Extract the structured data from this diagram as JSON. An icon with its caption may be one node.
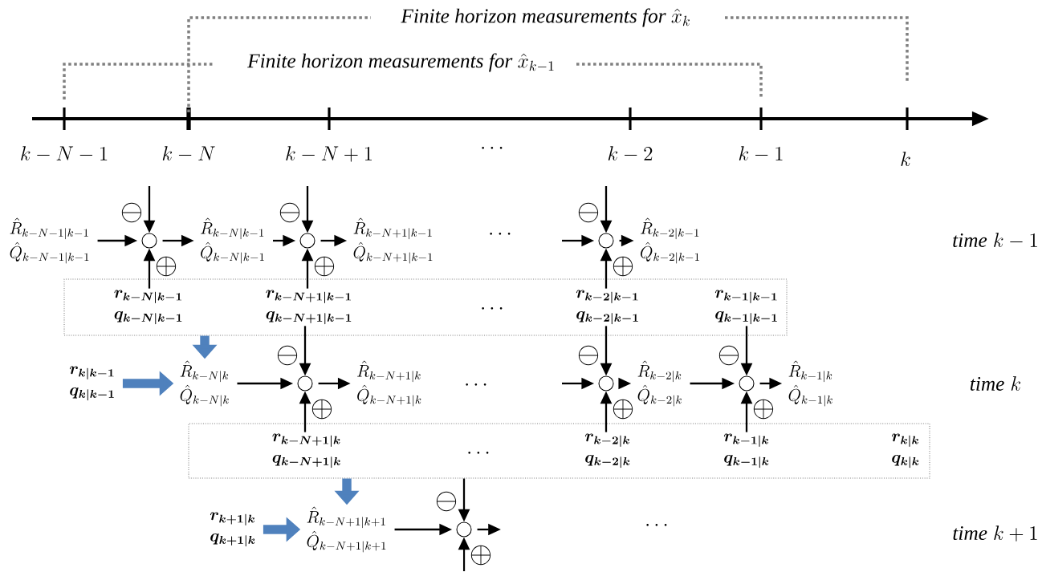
{
  "diagram": {
    "nodes": [
      {
        "text": [
          "\\hat{R}_{k-N-1|k-1}",
          "\\hat{Q}_{k-N-1|k-1}"
        ]
      },
      {
        "text": [],
        "shape": "circle",
        "beside": [
          "\\ominus",
          "\\oplus"
        ]
      },
      {
        "text": [
          "\\hat{R}_{k-N|k-1}",
          "\\hat{Q}_{k-N|k-1}"
        ]
      },
      {
        "text": [],
        "shape": "circle",
        "beside": [
          "\\ominus",
          "\\oplus"
        ]
      },
      {
        "text": [
          "\\hat{R}_{k-N+1|k-1}",
          "\\hat{Q}_{k-N+1|k-1}"
        ]
      },
      {
        "text": [],
        "shape": "circle",
        "beside": [
          "\\ominus",
          "\\oplus"
        ]
      },
      {
        "text": [
          "\\hat{R}_{k-2|k-1}",
          "\\hat{Q}_{k-2|k-1}"
        ]
      },
      {
        "text": [],
        "shape": "box"
      },
      {
        "text": [
          "\\boldsymbol{r_{k-N|k-1}}",
          "\\boldsymbol{q_{k-N|k-1}}"
        ],
        "in": 7
      },
      {
        "text": [
          "\\boldsymbol{r_{k-N+1|k-1}}",
          "\\boldsymbol{q_{k-N+1|k-1}}"
        ],
        "in": 7
      },
      {
        "text": [
          "\\boldsymbol{r_{k-2|k-1}}",
          "\\boldsymbol{q_{k-2|k-1}}"
        ],
        "in": 7
      },
      {
        "text": [
          "\\boldsymbol{r_{k-1|k-1}}",
          "\\boldsymbol{q_{k-1|k-1}}"
        ],
        "in": 7
      },
      {
        "text": [
          "\\boldsymbol{r_{k|k-1}}",
          "\\boldsymbol{q_{k|k-1}}"
        ]
      },
      {
        "text": [
          "\\hat{R}_{k-N|k}",
          "\\hat{Q}_{k-N|k}"
        ]
      },
      {
        "text": [],
        "shape": "circle",
        "beside": [
          "\\ominus",
          "\\oplus"
        ]
      },
      {
        "text": [
          "\\hat{R}_{k-N+1|k}",
          "\\hat{Q}_{k-N+1|k}"
        ]
      },
      {
        "text": [],
        "shape": "circle",
        "beside": [
          "\\ominus",
          "\\oplus"
        ]
      },
      {
        "text": [
          "\\hat{R}_{k-2|k}",
          "\\hat{Q}_{k-2|k}"
        ]
      },
      {
        "text": [],
        "shape": "circle",
        "beside": [
          "\\ominus",
          "\\oplus"
        ]
      },
      {
        "text": [
          "\\hat{R}_{k-1|k}",
          "\\hat{Q}_{k-1|k}"
        ]
      },
      {
        "text": [],
        "shape": "box"
      },
      {
        "text": [
          "\\boldsymbol{r_{k-N+1|k}}",
          "\\boldsymbol{q_{k-N+1|k}}"
        ],
        "in": 20
      },
      {
        "text": [
          "\\boldsymbol{r_{k-2|k}}",
          "\\boldsymbol{q_{k-2|k}}"
        ],
        "in": 20
      },
      {
        "text": [
          "\\boldsymbol{r_{k-1|k}}",
          "\\boldsymbol{q_{k-1|k}}"
        ],
        "in": 20
      },
      {
        "text": [
          "\\boldsymbol{r_{k|k}}",
          "\\boldsymbol{q_{k|k}}"
        ],
        "in": 20
      },
      {
        "text": [
          "\\boldsymbol{r_{k+1|k}}",
          "\\boldsymbol{q_{k+1|k}}"
        ]
      },
      {
        "text": [
          "\\hat{R}_{k-N+1|k+1}",
          "\\hat{Q}_{k-N+1|k+1}"
        ]
      },
      {
        "text": [],
        "shape": "circle",
        "beside": [
          "\\ominus",
          "\\oplus"
        ]
      }
    ],
    "edges": [
      {
        "from": 0,
        "to": 1,
        "arrow": "to"
      },
      {
        "from": 1,
        "to": 2,
        "arrow": "to"
      },
      {
        "from": 2,
        "to": 3,
        "arrow": "to"
      },
      {
        "from": 3,
        "to": 4,
        "arrow": "to"
      },
      {
        "from": null,
        "to": 5,
        "arrow": "to"
      },
      {
        "from": 5,
        "to": 6,
        "arrow": "to"
      },
      {
        "from": null,
        "to": 1,
        "arrow": "to"
      },
      {
        "from": null,
        "to": 3,
        "arrow": "to"
      },
      {
        "from": null,
        "to": 5,
        "arrow": "to"
      },
      {
        "from": 8,
        "to": 1,
        "arrow": "to"
      },
      {
        "from": 9,
        "to": 3,
        "arrow": "to"
      },
      {
        "from": 10,
        "to": 5,
        "arrow": "to"
      },
      {
        "from": 12,
        "to": 13,
        "arrow": "to",
        "style": "thick",
        "color": "#4f81bd"
      },
      {
        "from": 7,
        "to": 13,
        "arrow": "to",
        "style": "thick",
        "color": "#4f81bd"
      },
      {
        "from": 13,
        "to": 14,
        "arrow": "to"
      },
      {
        "from": 14,
        "to": 15,
        "arrow": "to"
      },
      {
        "from": null,
        "to": 16,
        "arrow": "to"
      },
      {
        "from": 16,
        "to": 17,
        "arrow": "to"
      },
      {
        "from": 17,
        "to": 18,
        "arrow": "to"
      },
      {
        "from": 18,
        "to": 19,
        "arrow": "to"
      },
      {
        "from": 9,
        "to": 14,
        "arrow": "to"
      },
      {
        "from": 10,
        "to": 16,
        "arrow": "to"
      },
      {
        "from": 11,
        "to": 18,
        "arrow": "to"
      },
      {
        "from": 21,
        "to": 14,
        "arrow": "to"
      },
      {
        "from": 22,
        "to": 16,
        "arrow": "to"
      },
      {
        "from": 23,
        "to": 18,
        "arrow": "to"
      },
      {
        "from": 25,
        "to": 26,
        "arrow": "to",
        "style": "thick",
        "color": "#4f81bd"
      },
      {
        "from": 20,
        "to": 26,
        "arrow": "to",
        "style": "thick",
        "color": "#4f81bd"
      },
      {
        "from": 26,
        "to": 27,
        "arrow": "to"
      },
      {
        "from": 27,
        "to": null,
        "arrow": "to"
      },
      {
        "from": 20,
        "to": 27,
        "arrow": "to"
      },
      {
        "from": null,
        "to": 27,
        "arrow": "to"
      }
    ],
    "labels": [
      "\\textit{Finite horizon measurements for }\\hat{x}_{k}",
      "\\textit{Finite horizon measurements for }\\hat{x}_{k-1}",
      "k-N-1",
      "k-N",
      "k-N+1",
      "\\cdots",
      "k-2",
      "k-1",
      "k",
      "\\cdots",
      "\\mathit{time}\\;k-1",
      "\\cdots",
      "\\cdots",
      "\\mathit{time}\\;k",
      "\\cdots",
      "\\cdots",
      "\\mathit{time}\\;k+1"
    ]
  }
}
